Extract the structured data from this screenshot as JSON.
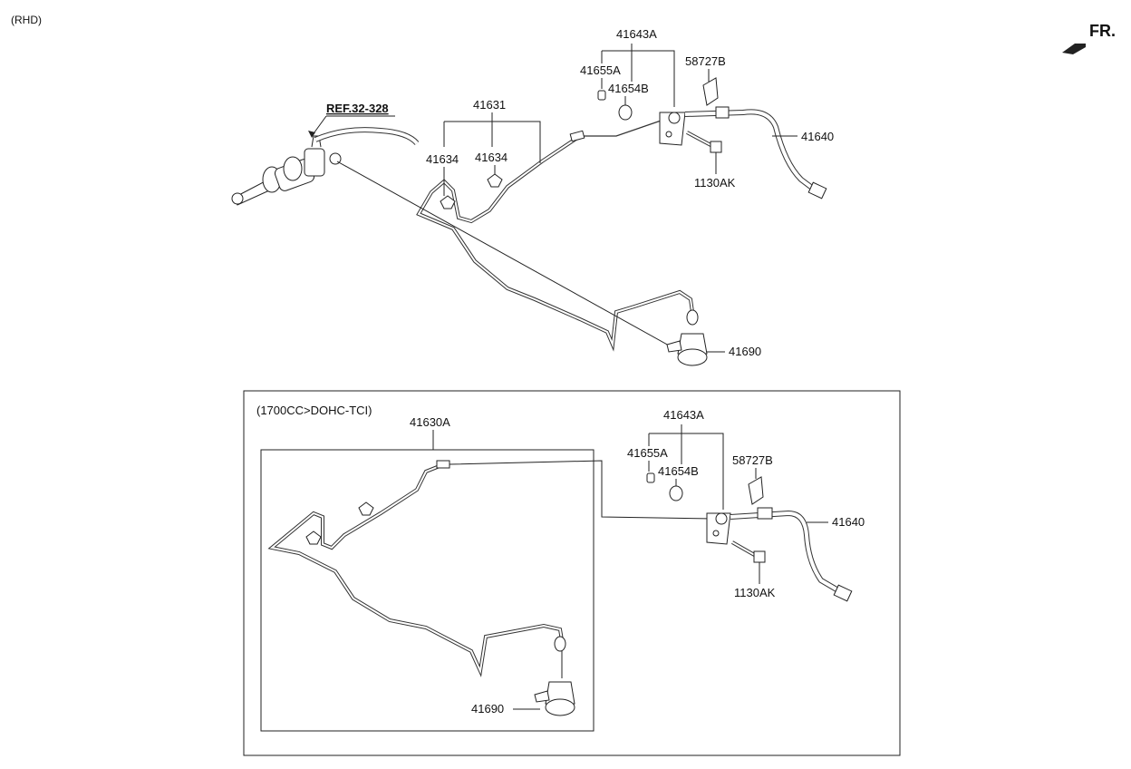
{
  "header": {
    "variant": "(RHD)",
    "direction": "FR."
  },
  "top": {
    "ref": "REF.32-328",
    "labels": {
      "p41643A": "41643A",
      "p41655A": "41655A",
      "p41654B": "41654B",
      "p58727B": "58727B",
      "p41631": "41631",
      "p41634a": "41634",
      "p41634b": "41634",
      "p41640": "41640",
      "p1130AK": "1130AK",
      "p41690": "41690"
    }
  },
  "inset": {
    "title": "(1700CC>DOHC-TCI)",
    "labels": {
      "p41630A": "41630A",
      "p41643A": "41643A",
      "p41655A": "41655A",
      "p41654B": "41654B",
      "p58727B": "58727B",
      "p41640": "41640",
      "p1130AK": "1130AK",
      "p41690": "41690"
    }
  }
}
